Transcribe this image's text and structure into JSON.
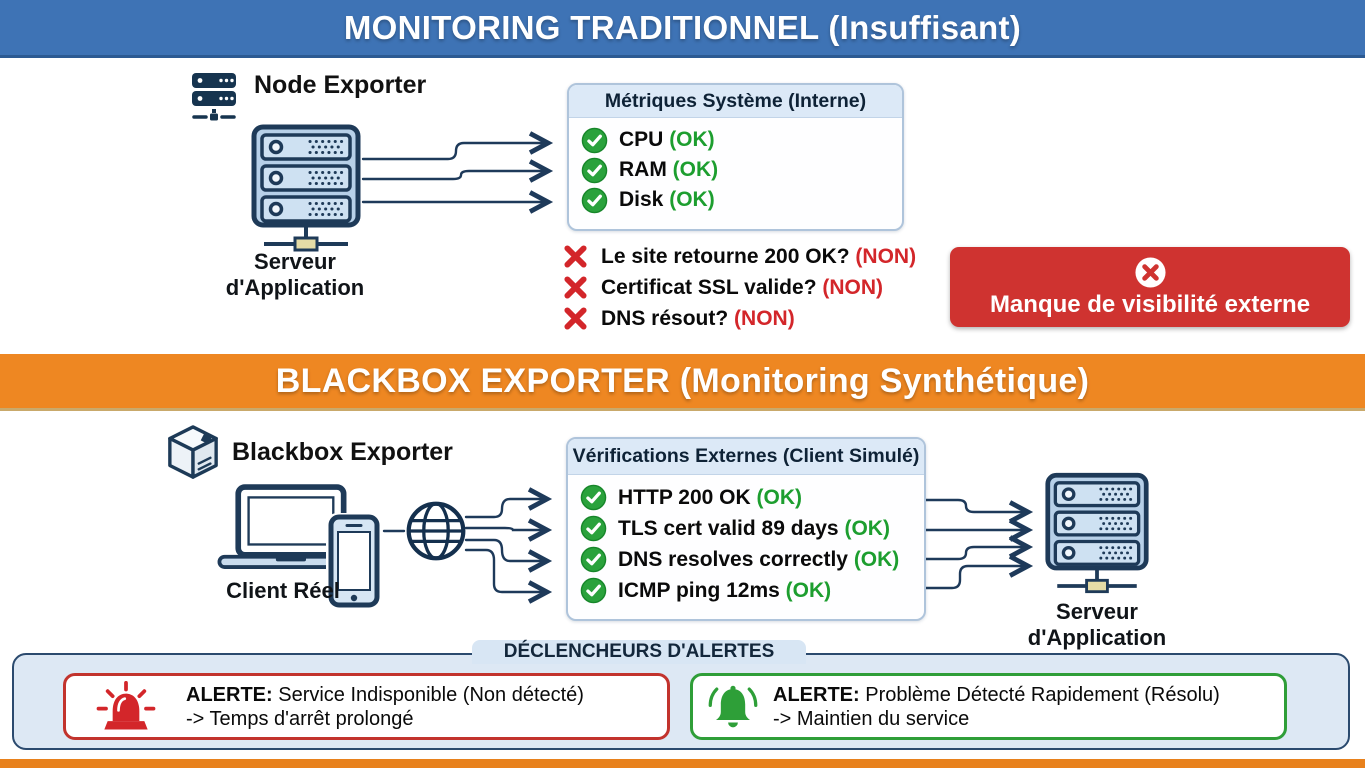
{
  "section1": {
    "banner": "MONITORING TRADITIONNEL (Insuffisant)",
    "node_exporter_label": "Node Exporter",
    "server_label": "Serveur d'Application",
    "metrics_box": {
      "title": "Métriques Système (Interne)",
      "items": [
        {
          "label": "CPU",
          "status": "(OK)"
        },
        {
          "label": "RAM",
          "status": "(OK)"
        },
        {
          "label": "Disk",
          "status": "(OK)"
        }
      ]
    },
    "missing_checks": [
      {
        "label": "Le site retourne 200 OK?",
        "status": "(NON)"
      },
      {
        "label": "Certificat SSL valide?",
        "status": "(NON)"
      },
      {
        "label": "DNS résout?",
        "status": "(NON)"
      }
    ],
    "warning_box": "Manque de visibilité externe"
  },
  "section2": {
    "banner": "BLACKBOX EXPORTER (Monitoring Synthétique)",
    "blackbox_label": "Blackbox Exporter",
    "client_label": "Client Réel",
    "checks_box": {
      "title": "Vérifications Externes (Client Simulé)",
      "items": [
        {
          "label": "HTTP 200 OK",
          "status": "(OK)"
        },
        {
          "label": "TLS cert valid 89 days",
          "status": "(OK)"
        },
        {
          "label": "DNS resolves correctly",
          "status": "(OK)"
        },
        {
          "label": "ICMP ping 12ms",
          "status": "(OK)"
        }
      ]
    },
    "server_label": "Serveur d'Application"
  },
  "alerts": {
    "title": "DÉCLENCHEURS D'ALERTES",
    "left": {
      "prefix": "ALERTE:",
      "line1": "Service Indisponible (Non détecté)",
      "line2": "-> Temps d'arrêt prolongé"
    },
    "right": {
      "prefix": "ALERTE:",
      "line1": "Problème Détecté Rapidement (Résolu)",
      "line2": "-> Maintien du service"
    }
  },
  "icons": {
    "node_exporter": "server-rack-icon",
    "blackbox": "package-icon",
    "client": "laptop-phone-icon",
    "network": "globe-icon",
    "ok": "check-circle-icon",
    "fail": "x-mark-icon",
    "warning": "x-circle-icon",
    "alert_undetected": "siren-icon",
    "alert_detected": "bell-icon"
  },
  "colors": {
    "banner_blue": "#3E73B5",
    "banner_orange": "#EE8722",
    "ok_green": "#1D9E2F",
    "fail_red": "#D3262A",
    "warning_bg": "#CF3330",
    "panel_header_bg": "#DCE9F7",
    "alerts_bg": "#DDE8F4",
    "diagram_navy": "#1E3A5A",
    "bottom_bar": "#E8811C"
  }
}
